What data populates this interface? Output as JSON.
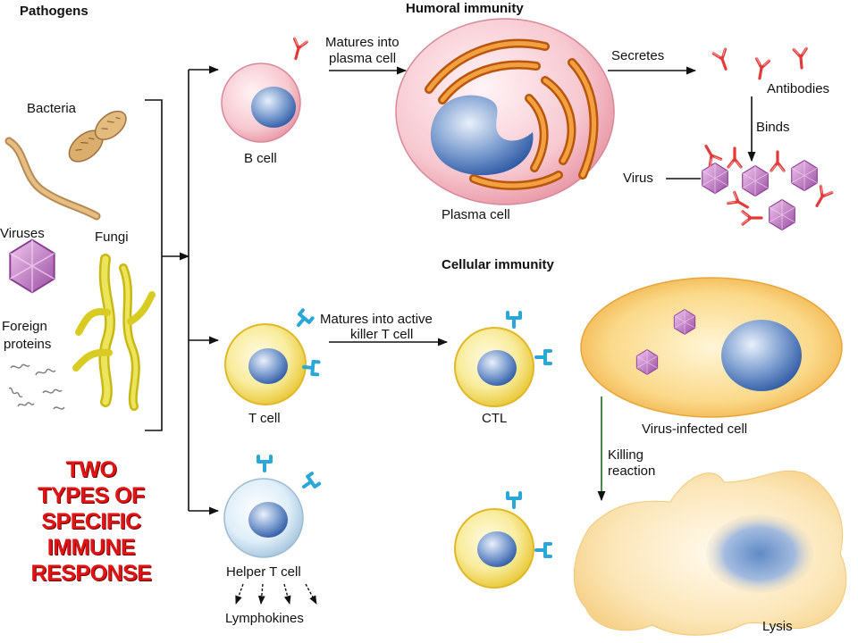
{
  "labels": {
    "pathogens": "Pathogens",
    "bacteria": "Bacteria",
    "viruses": "Viruses",
    "fungi": "Fungi",
    "foreign_proteins_1": "Foreign",
    "foreign_proteins_2": "proteins",
    "humoral_immunity": "Humoral immunity",
    "matures_plasma_1": "Matures into",
    "matures_plasma_2": "plasma cell",
    "b_cell": "B cell",
    "plasma_cell": "Plasma cell",
    "secretes": "Secretes",
    "antibodies": "Antibodies",
    "binds": "Binds",
    "virus": "Virus",
    "cellular_immunity": "Cellular immunity",
    "matures_killer_1": "Matures into active",
    "matures_killer_2": "killer T cell",
    "t_cell": "T cell",
    "ctl": "CTL",
    "virus_infected_cell": "Virus-infected cell",
    "killing_reaction_1": "Killing",
    "killing_reaction_2": "reaction",
    "helper_t_cell": "Helper T cell",
    "lymphokines": "Lymphokines",
    "lysis": "Lysis"
  },
  "title": {
    "line1": "TWO",
    "line2": "TYPES OF",
    "line3": "SPECIFIC",
    "line4": "IMMUNE",
    "line5": "RESPONSE"
  },
  "colors": {
    "title_red": "#e01414",
    "antibody_red": "#e23a3a",
    "receptor_blue": "#2aa7d6",
    "nucleus_blue": "#3f6fb8",
    "b_cell_pink": "#f5c4cc",
    "t_cell_yellow": "#f3e27a",
    "helper_blue": "#d6e8f4",
    "infected_orange": "#f3c75a",
    "virus_purple": "#c27bc4",
    "fungi_yellow": "#e8df3a",
    "bacteria_tan": "#d7a45e"
  }
}
